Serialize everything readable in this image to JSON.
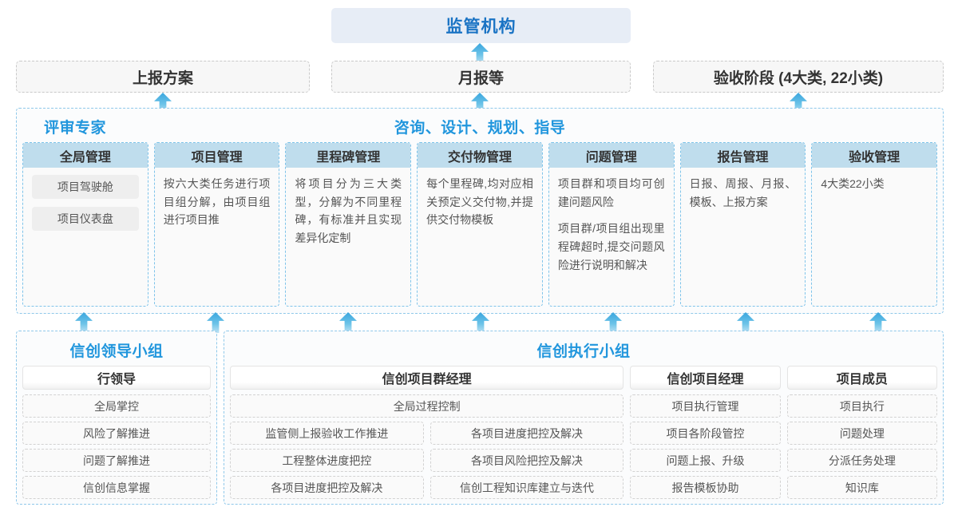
{
  "top": {
    "regulator_label": "监管机构",
    "reports": [
      {
        "label": "上报方案"
      },
      {
        "label": "月报等"
      },
      {
        "label": "验收阶段 (4大类, 22小类)"
      }
    ]
  },
  "platform": {
    "title_left": "评审专家",
    "title_mid": "咨询、设计、规划、指导",
    "columns": [
      {
        "header": "全局管理",
        "pills": [
          "项目驾驶舱",
          "项目仪表盘"
        ],
        "paragraphs": []
      },
      {
        "header": "项目管理",
        "pills": [],
        "paragraphs": [
          "按六大类任务进行项目组分解，由项目组进行项目推"
        ]
      },
      {
        "header": "里程碑管理",
        "pills": [],
        "paragraphs": [
          "将项目分为三大类型，分解为不同里程碑，有标准并且实现差异化定制"
        ]
      },
      {
        "header": "交付物管理",
        "pills": [],
        "paragraphs": [
          "每个里程碑,均对应相关预定义交付物,并提供交付物模板"
        ]
      },
      {
        "header": "问题管理",
        "pills": [],
        "paragraphs": [
          "项目群和项目均可创建问题风险",
          "项目群/项目组出现里程碑超时,提交问题风险进行说明和解决"
        ]
      },
      {
        "header": "报告管理",
        "pills": [],
        "paragraphs": [
          "日报、周报、月报、模板、上报方案"
        ]
      },
      {
        "header": "验收管理",
        "pills": [],
        "paragraphs": [
          "4大类22小类"
        ]
      }
    ]
  },
  "teams": {
    "leadership": {
      "title": "信创领导小组",
      "roles": [
        {
          "name": "行领导",
          "tasks": [
            "全局掌控",
            "风险了解推进",
            "问题了解推进",
            "信创信息掌握"
          ]
        }
      ]
    },
    "execution": {
      "title": "信创执行小组",
      "program_manager": {
        "name": "信创项目群经理",
        "full_task": "全局过程控制",
        "left_tasks": [
          "监管侧上报验收工作推进",
          "工程整体进度把控",
          "各项目进度把控及解决"
        ],
        "right_tasks": [
          "各项目进度把控及解决",
          "各项目风险把控及解决",
          "信创工程知识库建立与迭代"
        ]
      },
      "roles": [
        {
          "name": "信创项目经理",
          "tasks": [
            "项目执行管理",
            "项目各阶段管控",
            "问题上报、升级",
            "报告模板协助"
          ]
        },
        {
          "name": "项目成员",
          "tasks": [
            "项目执行",
            "问题处理",
            "分派任务处理",
            "知识库"
          ]
        }
      ]
    }
  },
  "colors": {
    "accent_blue": "#2196dd",
    "title_blue": "#1a73c4",
    "col_header_bg": "#bfdded",
    "regulator_bg": "#e7edf6",
    "arrow_blue": "#3aa6de"
  }
}
